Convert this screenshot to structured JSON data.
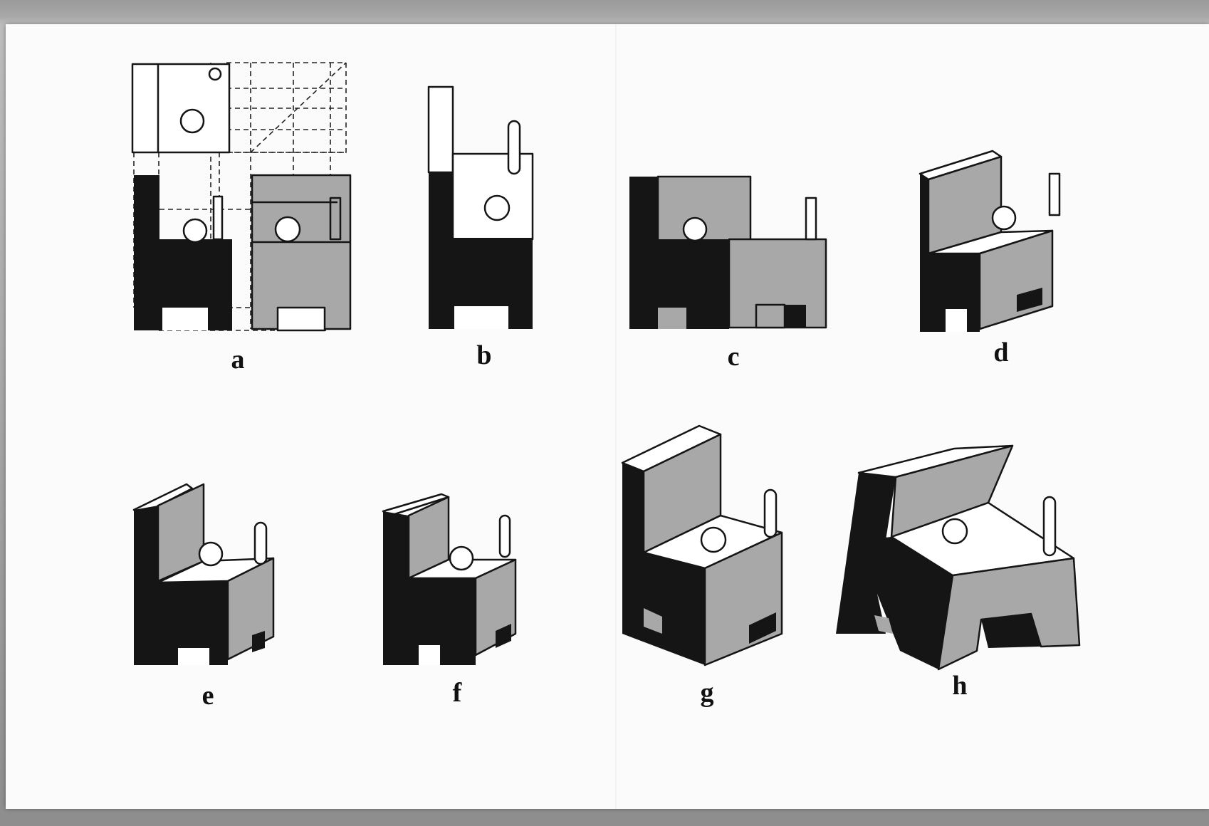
{
  "figures": [
    {
      "id": "a",
      "label": "a",
      "view": "orthographic-projection"
    },
    {
      "id": "b",
      "label": "b",
      "view": "side-view"
    },
    {
      "id": "c",
      "label": "c",
      "view": "front-and-side-view"
    },
    {
      "id": "d",
      "label": "d",
      "view": "oblique-view"
    },
    {
      "id": "e",
      "label": "e",
      "view": "oblique-view"
    },
    {
      "id": "f",
      "label": "f",
      "view": "oblique-view"
    },
    {
      "id": "g",
      "label": "g",
      "view": "oblique-view"
    },
    {
      "id": "h",
      "label": "h",
      "view": "distorted-oblique-view"
    }
  ],
  "colors": {
    "dark_face": "#151515",
    "grey_face": "#a8a8a8",
    "light_face": "#ffffff",
    "paper": "#fbfbfb"
  }
}
